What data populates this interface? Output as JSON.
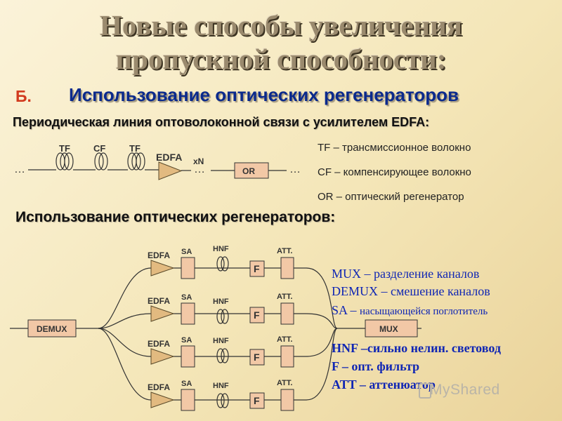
{
  "title_line1": "Новые способы увеличения",
  "title_line2": "пропускной способности:",
  "section_letter": "Б.",
  "section_title": "Использование оптических регенераторов",
  "periodic_heading": "Периодическая линия оптоволоконной связи с усилителем EDFA:",
  "periodic_labels": {
    "tf": "TF",
    "cf": "CF",
    "edfa": "EDFA",
    "xn": "xN",
    "or": "OR",
    "dots": "…"
  },
  "legend_top": [
    "TF – трансмиссионное волокно",
    "CF – компенсирующее волокно",
    "OR – оптический регенератор"
  ],
  "regen_heading": "Использование оптических регенераторов:",
  "regen_labels": {
    "demux": "DEMUX",
    "mux": "MUX",
    "edfa": "EDFA",
    "sa": "SA",
    "hnf": "HNF",
    "f": "F",
    "att": "ATT."
  },
  "legend_bottom": [
    {
      "key": "MUX",
      "sep": " – ",
      "desc": "разделение каналов"
    },
    {
      "key": "DEMUX",
      "sep": " – ",
      "desc": "смешение каналов"
    },
    {
      "key": "SA",
      "sep": " – ",
      "desc": "насыщающейся поглотитель"
    },
    {
      "key": "HNF",
      "sep": " –",
      "desc": "сильно нелин. световод"
    },
    {
      "key": "F",
      "sep": " – ",
      "desc": "опт. фильтр"
    },
    {
      "key": "ATT",
      "sep": " – ",
      "desc": "аттенюатор"
    }
  ],
  "watermark": "MyShared",
  "colors": {
    "accent_blue": "#0b2a8c",
    "accent_red": "#d23a1e",
    "box_fill": "#f2c8a6",
    "amp_fill": "#e2ba80"
  }
}
